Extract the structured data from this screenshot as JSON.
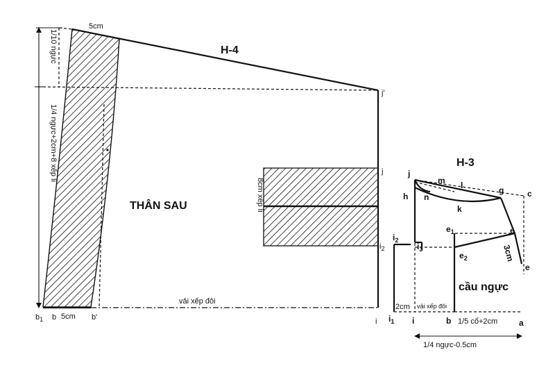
{
  "h4": {
    "title": "H-4",
    "panel_label": "THÂN SAU",
    "top_label": "5cm",
    "v_label_top": "1/10 ngực",
    "v_label_mid": "1/4 ngực+2cm+8 xếp li",
    "pleat_label": "8cm xếp li",
    "fold_label": "vải xếp đôi",
    "bottom_dim": "5cm",
    "pt_b1": "b",
    "pt_b1_sub": "1",
    "pt_b": "b",
    "pt_bp": "b'",
    "pt_i": "i",
    "pt_i2": "i",
    "pt_i2_sub": "2",
    "pt_j": "j",
    "pt_jp": "j'"
  },
  "h3": {
    "title": "H-3",
    "panel_label": "cầu ngực",
    "pt_j": "j",
    "pt_m": "m",
    "pt_l": "l",
    "pt_g": "g",
    "pt_c": "c",
    "pt_h": "h",
    "pt_n": "n",
    "pt_k": "k",
    "pt_e1": "e",
    "pt_e1_sub": "1",
    "pt_e": "e",
    "pt_e2": "e",
    "pt_e2_sub": "2",
    "pt_e_low": "e",
    "pt_i2": "i",
    "pt_i2_sub": "2",
    "pt_i3": "i",
    "pt_i3_sub": "3",
    "pt_i1": "i",
    "pt_i1_sub": "1",
    "pt_i": "i",
    "pt_b": "b",
    "pt_a": "a",
    "dim_3cm": "3cm",
    "dim_2cm": "2cm",
    "fold_label": "vải xếp đôi",
    "bottom_label": "1/5 cổ+2cm",
    "width_label": "1/4 ngực-0.5cm"
  }
}
